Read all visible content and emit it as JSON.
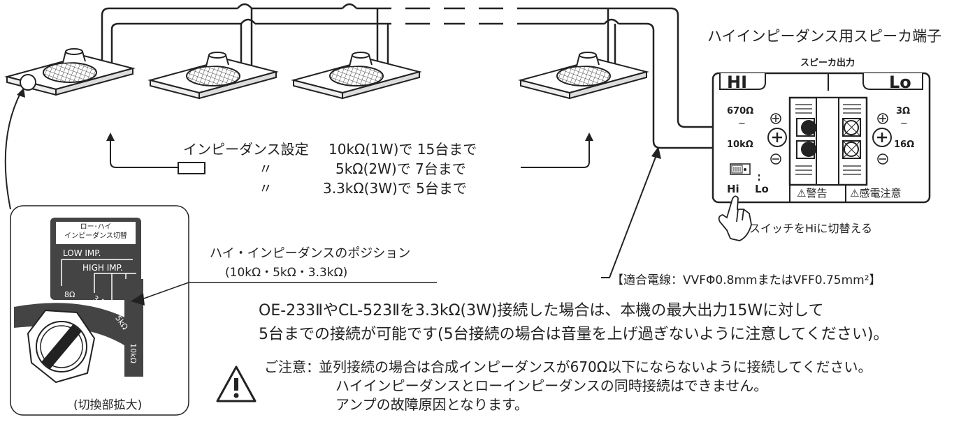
{
  "terminal": {
    "title": "ハイインピーダンス用スピーカ端子",
    "speaker_out": "スピーカ出力",
    "hi_label": "HI",
    "lo_label": "Lo",
    "hi_top": "670Ω",
    "hi_tilde": "~",
    "hi_bottom": "10kΩ",
    "lo_top": "3Ω",
    "lo_tilde": "~",
    "lo_bottom": "16Ω",
    "switch_hi": "Hi",
    "switch_lo": "Lo",
    "warning": "⚠警告",
    "shock": "⚠感電注意",
    "switch_instruction": "スイッチをHiに切替える",
    "cable": "【適合電線：VVFΦ0.8mmまたはVFF0.75mm²】"
  },
  "impedance_table": {
    "heading": "インピーダンス設定",
    "ditto": "〃",
    "rows": [
      "10kΩ(1W)で 15台まで",
      "5kΩ(2W)で  7台まで",
      "3.3kΩ(3W)で  5台まで"
    ]
  },
  "inset": {
    "panel_label": "ロー･ハイ\nインピーダンス切替",
    "low_imp": "LOW IMP.",
    "high_imp": "HIGH IMP.",
    "pos_8": "8Ω",
    "pos_33": "3.3kΩ",
    "pos_5": "5kΩ",
    "pos_10": "10kΩ",
    "caption": "(切換部拡大)"
  },
  "callout": {
    "line1": "ハイ・インピーダンスのポジション",
    "line2": "(10kΩ・5kΩ・3.3kΩ)"
  },
  "notes": {
    "line1": "OE-233ⅡやCL-523Ⅱを3.3kΩ(3W)接続した場合は、本機の最大出力15Wに対して",
    "line2": "5台までの接続が可能です(5台接続の場合は音量を上げ過ぎないように注意してください)。",
    "caution_prefix": "ご注意：",
    "caution1": "並列接続の場合は合成インピーダンスが670Ω以下にならないように接続してください。",
    "caution2": "ハイインピーダンスとローインピーダンスの同時接続はできません。",
    "caution3": "アンプの故障原因となります。"
  }
}
